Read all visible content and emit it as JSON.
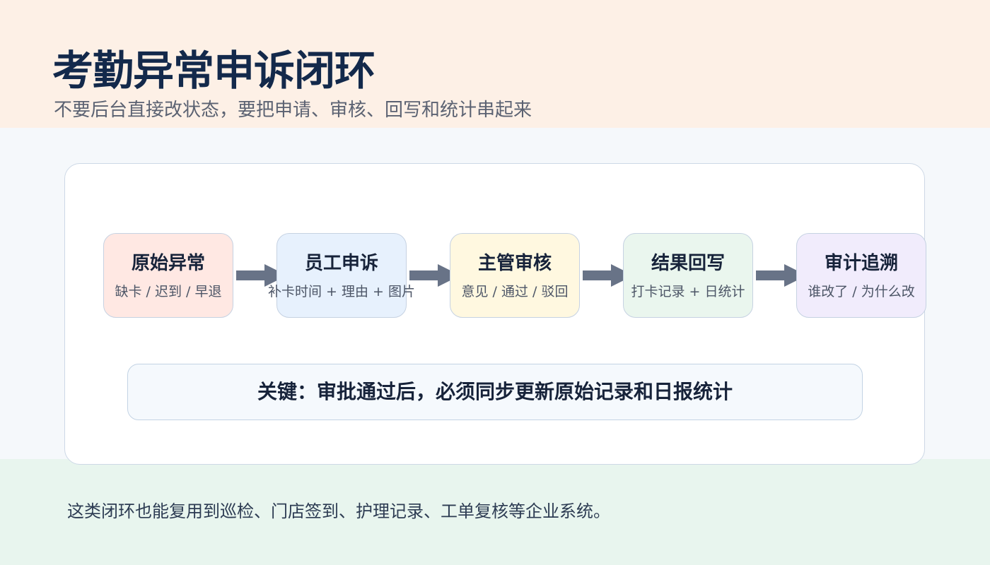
{
  "title": "考勤异常申诉闭环",
  "subtitle": "不要后台直接改状态，要把申请、审核、回写和统计串起来",
  "steps": [
    {
      "title": "原始异常",
      "subtitle": "缺卡 / 迟到 / 早退",
      "color": "#ffe8e3"
    },
    {
      "title": "员工申诉",
      "subtitle": "补卡时间 + 理由 + 图片",
      "color": "#e7f1fd"
    },
    {
      "title": "主管审核",
      "subtitle": "意见 / 通过 / 驳回",
      "color": "#fff8e0"
    },
    {
      "title": "结果回写",
      "subtitle": "打卡记录 + 日统计",
      "color": "#eaf6ee"
    },
    {
      "title": "审计追溯",
      "subtitle": "谁改了 / 为什么改",
      "color": "#f1ecfc"
    }
  ],
  "arrow_color": "#687387",
  "key_note": "关键：审批通过后，必须同步更新原始记录和日报统计",
  "footer": "这类闭环也能复用到巡检、门店签到、护理记录、工单复核等企业系统。"
}
